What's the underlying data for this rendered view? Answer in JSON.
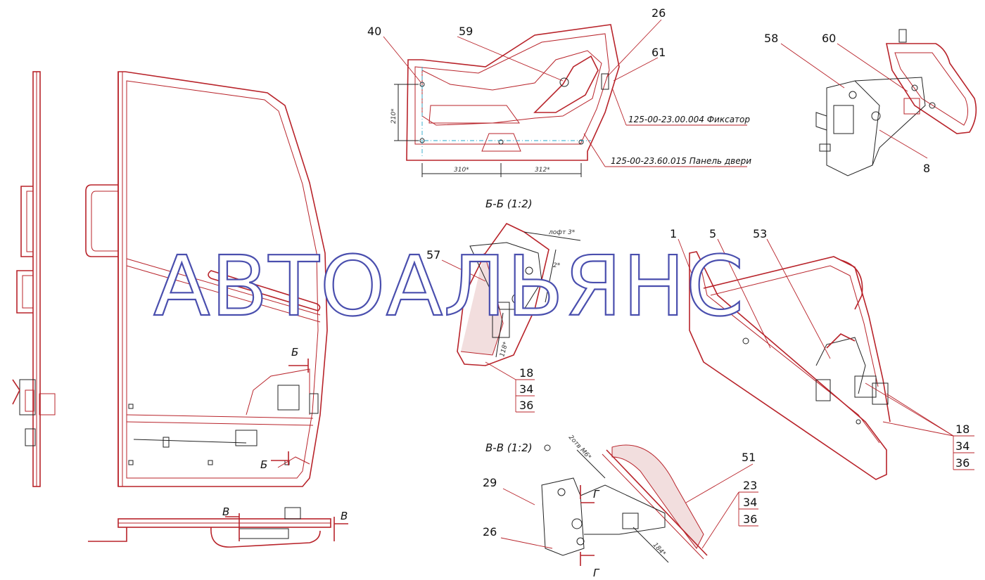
{
  "watermark": "АВТОАЛЬЯНС",
  "section_titles": {
    "bb": "Б-Б (1:2)",
    "vv": "В-В (1:2)"
  },
  "callouts": {
    "c40": "40",
    "c59": "59",
    "c26_top": "26",
    "c61": "61",
    "c58": "58",
    "c60": "60",
    "c8": "8",
    "c1": "1",
    "c5": "5",
    "c53": "53",
    "c57": "57",
    "c18_mid": "18",
    "c34_mid": "34",
    "c36_mid": "36",
    "c18_right": "18",
    "c34_right": "34",
    "c36_right": "36",
    "c51": "51",
    "c23": "23",
    "c34_bot": "34",
    "c36_bot": "36",
    "c29": "29",
    "c26_bot": "26"
  },
  "notes": {
    "fixator": "125-00-23.00.004 Фиксатор",
    "panel": "125-00-23.60.015 Панель двери"
  },
  "dimensions": {
    "d310": "310*",
    "d312": "312*",
    "d210": "210*",
    "d118": "118*",
    "d2": "2*",
    "chamfer": "лофт 3*",
    "holes": "2отв М6*",
    "d184": "184*"
  },
  "section_marks": {
    "b_top": "Б",
    "b_bot": "Б",
    "v_left": "В",
    "v_right": "В",
    "g_top": "Г",
    "g_bot": "Г"
  },
  "colors": {
    "line_red": "#b8232a",
    "line_black": "#222222",
    "axis_blue": "#2aa7c9",
    "watermark_outline": "#4a4fae"
  }
}
